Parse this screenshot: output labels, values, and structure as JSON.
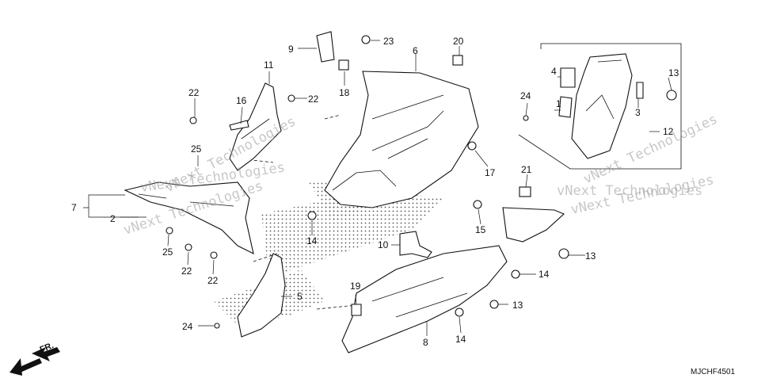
{
  "callouts": [
    {
      "id": "c1",
      "text": "1"
    },
    {
      "id": "c2",
      "text": "2"
    },
    {
      "id": "c3",
      "text": "3"
    },
    {
      "id": "c4",
      "text": "4"
    },
    {
      "id": "c5",
      "text": "5"
    },
    {
      "id": "c6",
      "text": "6"
    },
    {
      "id": "c7",
      "text": "7"
    },
    {
      "id": "c8",
      "text": "8"
    },
    {
      "id": "c9",
      "text": "9"
    },
    {
      "id": "c10",
      "text": "10"
    },
    {
      "id": "c11",
      "text": "11"
    },
    {
      "id": "c12",
      "text": "12"
    },
    {
      "id": "c13a",
      "text": "13"
    },
    {
      "id": "c13b",
      "text": "13"
    },
    {
      "id": "c13c",
      "text": "13"
    },
    {
      "id": "c14a",
      "text": "14"
    },
    {
      "id": "c14b",
      "text": "14"
    },
    {
      "id": "c14c",
      "text": "14"
    },
    {
      "id": "c15",
      "text": "15"
    },
    {
      "id": "c16",
      "text": "16"
    },
    {
      "id": "c17",
      "text": "17"
    },
    {
      "id": "c18",
      "text": "18"
    },
    {
      "id": "c19",
      "text": "19"
    },
    {
      "id": "c20",
      "text": "20"
    },
    {
      "id": "c21",
      "text": "21"
    },
    {
      "id": "c22a",
      "text": "22"
    },
    {
      "id": "c22b",
      "text": "22"
    },
    {
      "id": "c22c",
      "text": "22"
    },
    {
      "id": "c22d",
      "text": "22"
    },
    {
      "id": "c23",
      "text": "23"
    },
    {
      "id": "c24a",
      "text": "24"
    },
    {
      "id": "c24b",
      "text": "24"
    },
    {
      "id": "c25a",
      "text": "25"
    },
    {
      "id": "c25b",
      "text": "25"
    }
  ],
  "diagram_code": "MJCHF4501",
  "direction_label": "FR.",
  "watermarks": [
    "vNext Technologies",
    "vNext Technologies",
    "vNext Technologies",
    "vNext Technologies",
    "vNext Technologies",
    "vNext Technologies"
  ]
}
